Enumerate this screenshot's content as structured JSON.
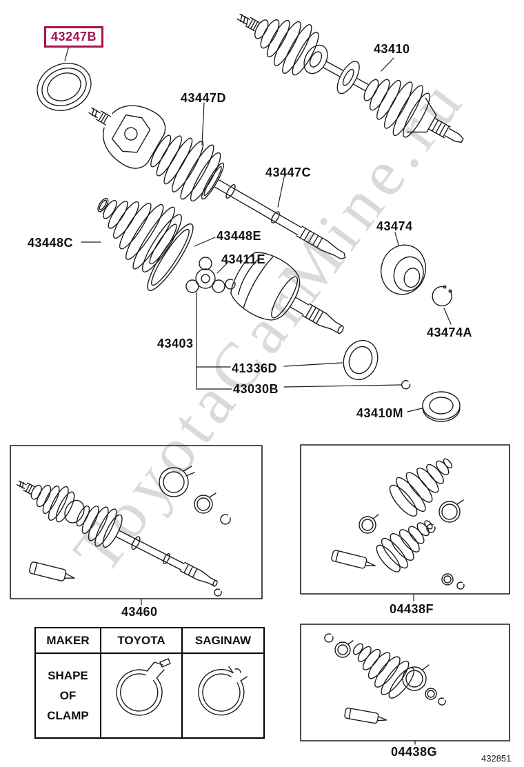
{
  "watermark": "ToyotaCarMine.ru",
  "diagram_code": "432851",
  "highlight_color": "#a5134e",
  "callouts": [
    {
      "id": "43247B",
      "highlighted": true
    },
    {
      "id": "43410"
    },
    {
      "id": "43447D"
    },
    {
      "id": "43447C"
    },
    {
      "id": "43448C"
    },
    {
      "id": "43448E"
    },
    {
      "id": "43411E"
    },
    {
      "id": "43474"
    },
    {
      "id": "43474A"
    },
    {
      "id": "43403"
    },
    {
      "id": "41336D"
    },
    {
      "id": "43030B"
    },
    {
      "id": "43410M"
    }
  ],
  "kits": [
    {
      "id": "43460"
    },
    {
      "id": "04438F"
    },
    {
      "id": "04438G"
    }
  ],
  "table": {
    "headers": [
      "MAKER",
      "TOYOTA",
      "SAGINAW"
    ],
    "row_label_lines": [
      "SHAPE",
      "OF",
      "CLAMP"
    ]
  }
}
